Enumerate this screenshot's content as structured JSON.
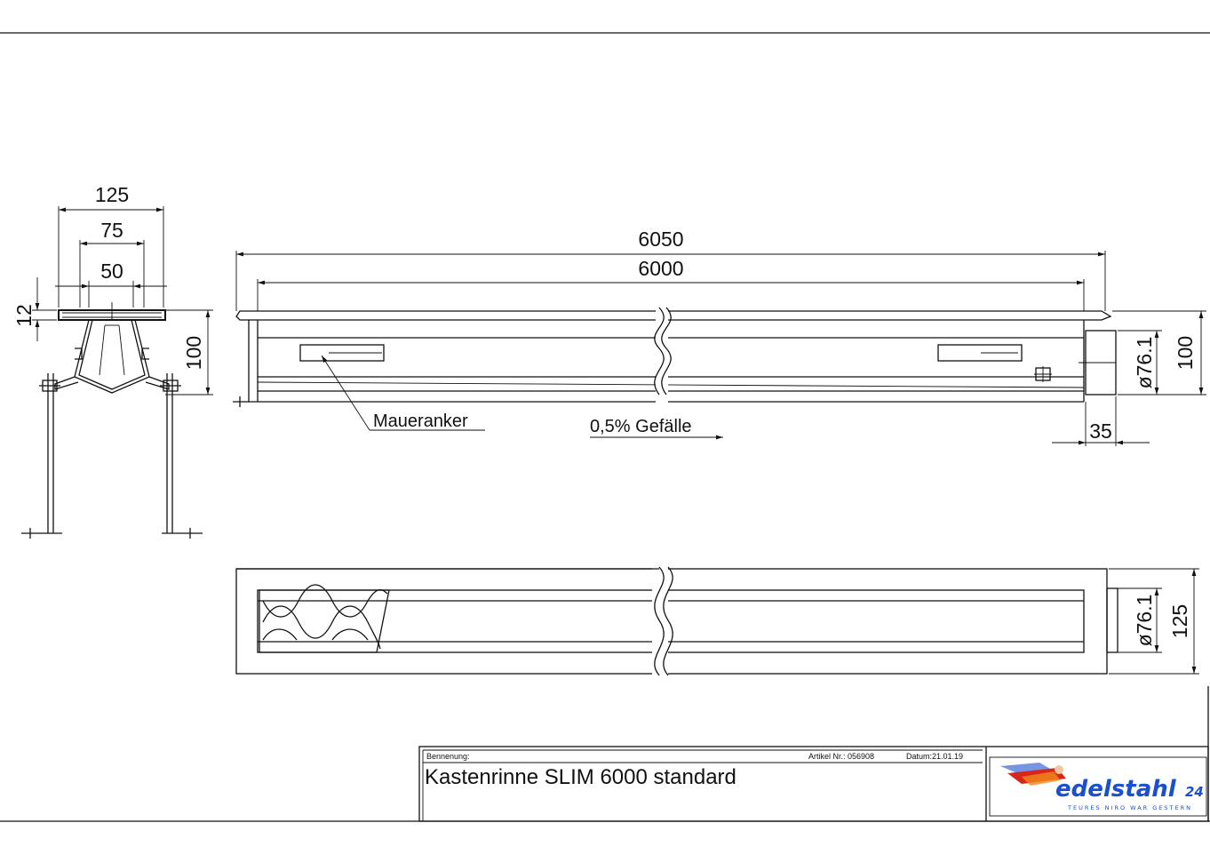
{
  "dimensions": {
    "profile_width_125": "125",
    "profile_width_75": "75",
    "profile_width_50": "50",
    "frame_12": "12",
    "profile_height_100": "100",
    "overall_length_6050": "6050",
    "inner_length_6000": "6000",
    "outlet_diameter_side": "ø76.1",
    "side_height_100": "100",
    "outlet_offset_35": "35",
    "outlet_diameter_top": "ø76.1",
    "top_width_125": "125"
  },
  "labels": {
    "anchor": "Maueranker",
    "slope": "0,5% Gefälle"
  },
  "title_block": {
    "designation_label": "Bennenung:",
    "article_label": "Artikel Nr.: 056908",
    "date_label": "Datum:21.01.19",
    "title": "Kastenrinne SLIM 6000 standard"
  },
  "logo": {
    "brand": "edelstahl",
    "brand_number": "24",
    "tagline": "TEURES NIRO WAR GESTERN",
    "colors": {
      "brand_blue": "#1a4fd0",
      "cape_red": "#d8261c",
      "accent_orange": "#f08a1c"
    }
  }
}
